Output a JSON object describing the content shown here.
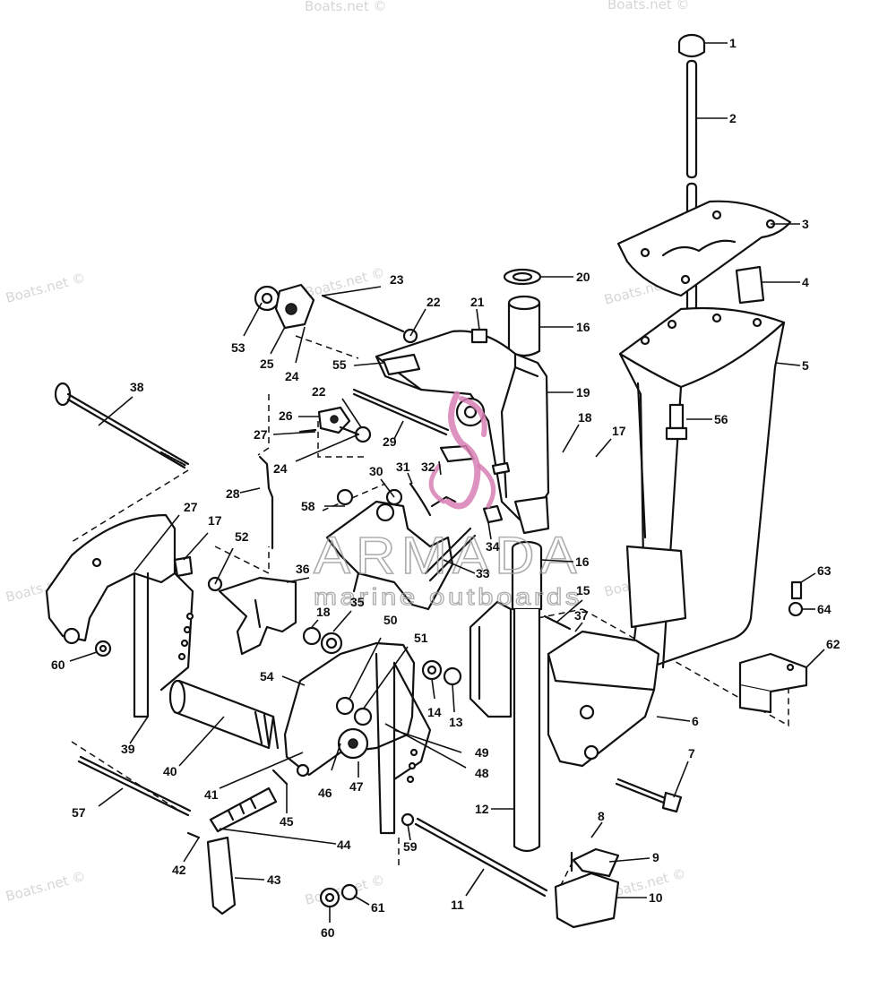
{
  "watermarks": [
    "Boats.net ©",
    "Boats.net ©",
    "Boats.net ©",
    "Boats.net ©",
    "Boats.net ©",
    "Boats.net ©",
    "Boats.net ©",
    "Boats.net ©",
    "Boats.net ©",
    "Boats.net ©"
  ],
  "logo": {
    "brand": "ARMADA",
    "tagline": "marine outboards",
    "accent_color": "#d77fb4"
  },
  "callouts": [
    "1",
    "2",
    "3",
    "4",
    "5",
    "56",
    "20",
    "16",
    "19",
    "18",
    "17",
    "21",
    "22",
    "23",
    "53",
    "25",
    "24",
    "55",
    "38",
    "26",
    "27",
    "22",
    "24",
    "29",
    "28",
    "32",
    "31",
    "30",
    "58",
    "34",
    "33",
    "16",
    "15",
    "37",
    "27",
    "17",
    "52",
    "36",
    "18",
    "35",
    "60",
    "50",
    "51",
    "54",
    "14",
    "13",
    "49",
    "48",
    "39",
    "40",
    "41",
    "46",
    "47",
    "45",
    "57",
    "44",
    "42",
    "43",
    "12",
    "59",
    "60",
    "61",
    "11",
    "8",
    "9",
    "10",
    "6",
    "7",
    "63",
    "64",
    "62"
  ]
}
